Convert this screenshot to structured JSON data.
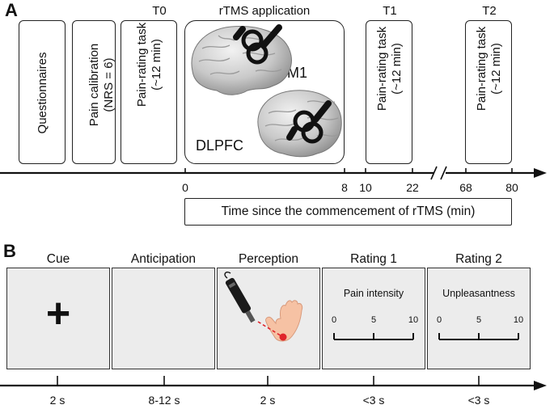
{
  "panel_a": {
    "letter": "A",
    "boxes": [
      {
        "lines": [
          "Questionnaires"
        ]
      },
      {
        "lines": [
          "Pain calibration",
          "(NRS = 6)"
        ]
      },
      {
        "lines": [
          "Pain-rating task",
          "(~12 min)"
        ]
      },
      {
        "lines": [
          "Pain-rating task",
          "(~12 min)"
        ]
      },
      {
        "lines": [
          "Pain-rating task",
          "(~12 min)"
        ]
      }
    ],
    "time_labels": [
      "T0",
      "T1",
      "T2"
    ],
    "rtms_title": "rTMS application",
    "site_m1": "M1",
    "site_dlpfc": "DLPFC",
    "ticks": [
      "0",
      "8",
      "10",
      "22",
      "68",
      "80"
    ],
    "axis_caption": "Time since the commencement of rTMS (min)"
  },
  "panel_b": {
    "letter": "B",
    "stages": [
      {
        "title": "Cue",
        "duration": "2 s"
      },
      {
        "title": "Anticipation",
        "duration": "8-12 s"
      },
      {
        "title": "Perception",
        "duration": "2 s"
      },
      {
        "title": "Rating 1",
        "duration": "<3 s",
        "label": "Pain intensity",
        "scale": [
          "0",
          "5",
          "10"
        ]
      },
      {
        "title": "Rating 2",
        "duration": "<3 s",
        "label": "Unpleasantness",
        "scale": [
          "0",
          "5",
          "10"
        ]
      }
    ],
    "cue_symbol": "+"
  },
  "colors": {
    "stage_fill": "#ececec",
    "laser_red": "#e0242b",
    "hand_skin": "#f6c2a4",
    "brain_gray": "#b9b9b9"
  }
}
